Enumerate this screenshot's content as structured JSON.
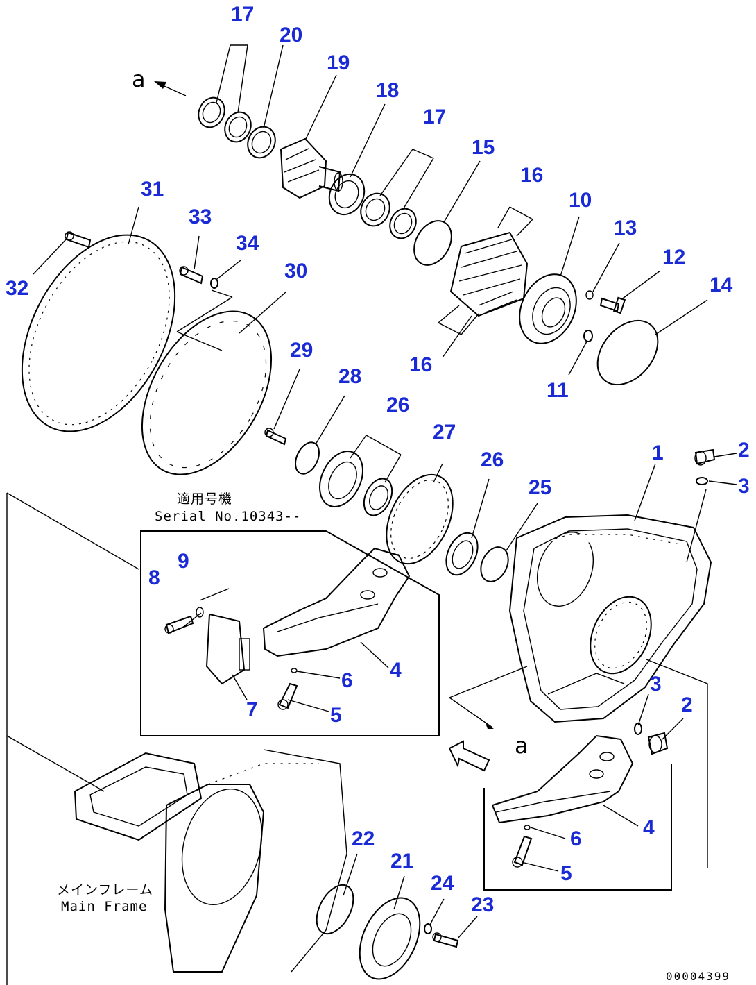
{
  "colors": {
    "callout": "#1a2bd6",
    "ink": "#000000"
  },
  "callouts": {
    "c1": "1",
    "c2a": "2",
    "c2b": "2",
    "c3a": "3",
    "c3b": "3",
    "c4a": "4",
    "c4b": "4",
    "c5a": "5",
    "c5b": "5",
    "c6a": "6",
    "c6b": "6",
    "c7": "7",
    "c8": "8",
    "c9": "9",
    "c10": "10",
    "c11": "11",
    "c12": "12",
    "c13": "13",
    "c14": "14",
    "c15": "15",
    "c16a": "16",
    "c16b": "16",
    "c17a": "17",
    "c17b": "17",
    "c18": "18",
    "c19": "19",
    "c20": "20",
    "c21": "21",
    "c22": "22",
    "c23": "23",
    "c24": "24",
    "c25": "25",
    "c26a": "26",
    "c26b": "26",
    "c27": "27",
    "c28": "28",
    "c29": "29",
    "c30": "30",
    "c31": "31",
    "c32": "32",
    "c33": "33",
    "c34": "34"
  },
  "captions": {
    "serial_jp": "適用号機",
    "serial_en": "Serial No.10343--",
    "frame_jp": "メインフレーム",
    "frame_en": "Main Frame",
    "view_a_top": "a",
    "view_a_bottom": "a",
    "drawing_number": "00004399"
  }
}
